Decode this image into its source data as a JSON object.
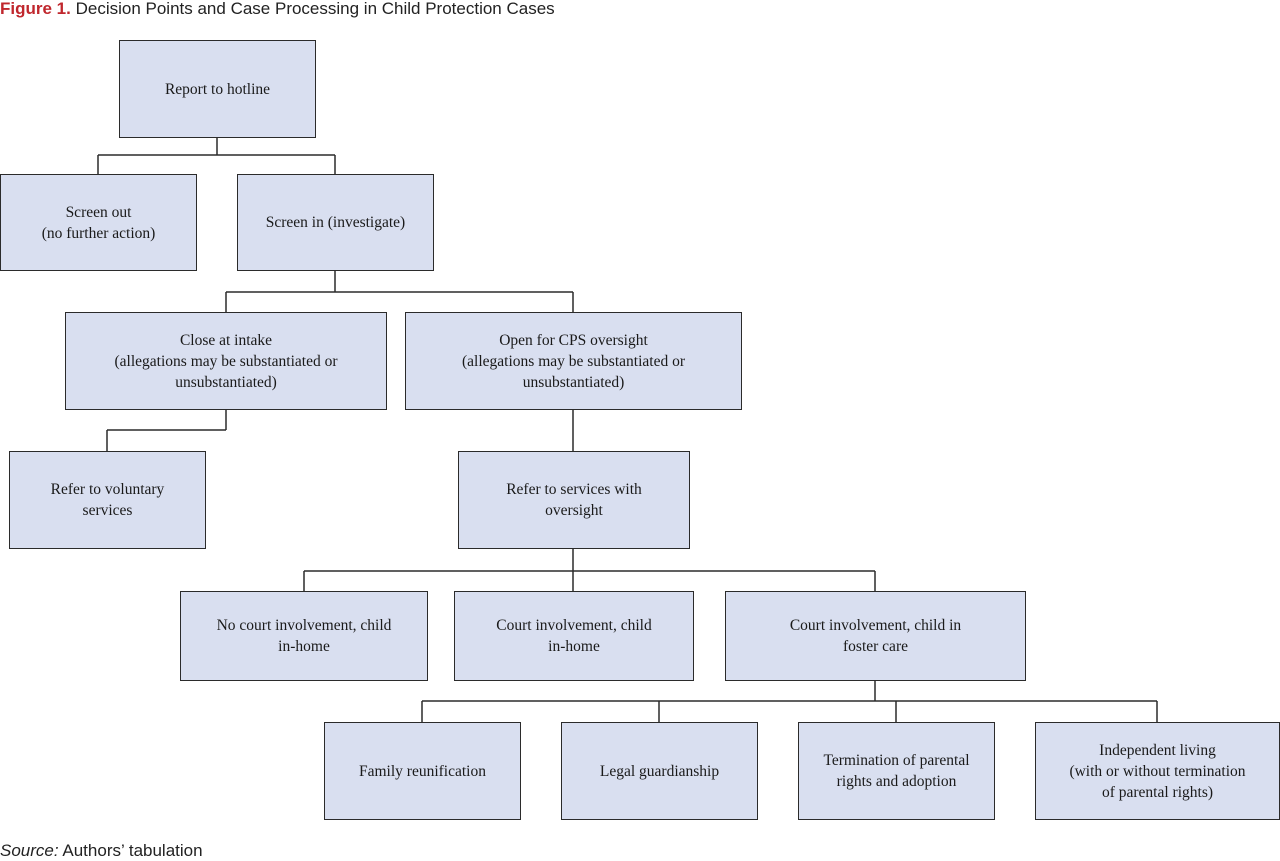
{
  "figure": {
    "label": "Figure 1.",
    "title": "Decision Points and Case Processing in Child Protection Cases"
  },
  "boxes": {
    "report_hotline": {
      "line1": "Report to hotline"
    },
    "screen_out": {
      "line1": "Screen out",
      "line2": "(no further action)"
    },
    "screen_in": {
      "line1": "Screen in (investigate)"
    },
    "close_intake": {
      "line1": "Close at intake",
      "line2": "(allegations may be substantiated or",
      "line3": "unsubstantiated)"
    },
    "open_cps": {
      "line1": "Open for CPS oversight",
      "line2": "(allegations may be substantiated or",
      "line3": "unsubstantiated)"
    },
    "voluntary": {
      "line1": "Refer to voluntary",
      "line2": "services"
    },
    "services_oversight": {
      "line1": "Refer to services with",
      "line2": "oversight"
    },
    "no_court": {
      "line1": "No court involvement, child",
      "line2": "in-home"
    },
    "court_inhome": {
      "line1": "Court involvement, child",
      "line2": "in-home"
    },
    "court_foster": {
      "line1": "Court involvement, child in",
      "line2": "foster care"
    },
    "reunification": {
      "line1": "Family reunification"
    },
    "guardianship": {
      "line1": "Legal guardianship"
    },
    "termination": {
      "line1": "Termination of parental",
      "line2": "rights and adoption"
    },
    "independent": {
      "line1": "Independent living",
      "line2": "(with or without termination",
      "line3": "of parental rights)"
    }
  },
  "source": {
    "label": "Source:",
    "text": "Authors’ tabulation"
  },
  "colors": {
    "box_fill": "#d9dff0",
    "box_border": "#2b2b2b",
    "title_accent": "#c0272d"
  }
}
